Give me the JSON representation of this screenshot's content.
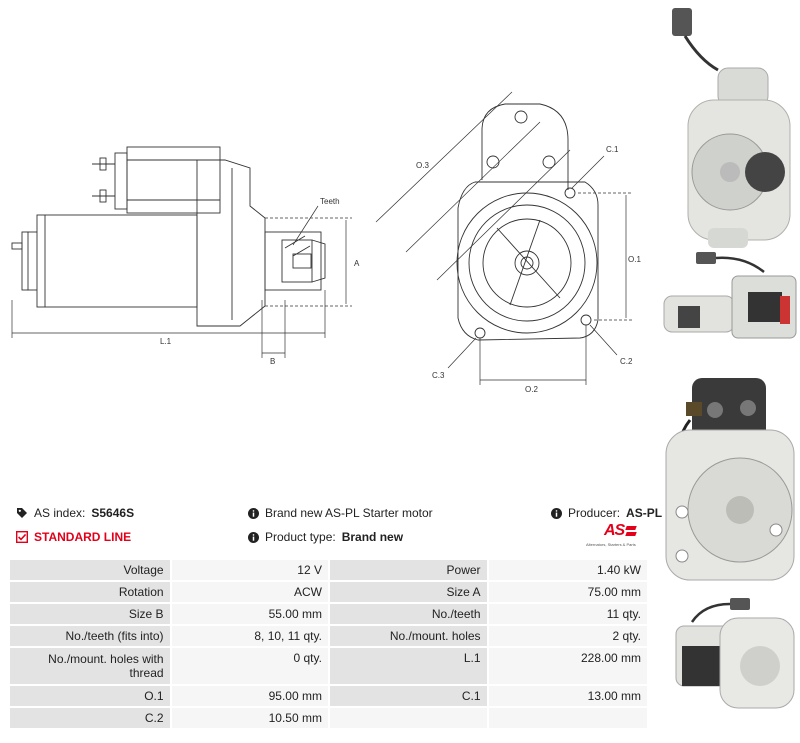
{
  "drawing_labels": {
    "teeth": "Teeth",
    "a": "A",
    "b": "B",
    "l1": "L.1",
    "o3": "O.3",
    "o1": "O.1",
    "o2": "O.2",
    "c1": "C.1",
    "c2": "C.2",
    "c3": "C.3"
  },
  "info": {
    "as_index_label": "AS index:",
    "as_index_value": "S5646S",
    "description": "Brand new AS-PL Starter motor",
    "producer_label": "Producer:",
    "producer_value": "AS-PL",
    "line_label": "STANDARD LINE",
    "product_type_label": "Product type:",
    "product_type_value": "Brand new",
    "logo_text": "AS",
    "logo_tagline": "Alternators, Starters & Parts"
  },
  "colors": {
    "accent_red": "#e2001a",
    "key_cell": "#e3e3e3",
    "value_cell": "#f6f6f6"
  },
  "icons": [
    "tag-icon",
    "info-icon",
    "checkbox-icon"
  ],
  "specs": [
    [
      "Voltage",
      "12 V",
      "Power",
      "1.40 kW"
    ],
    [
      "Rotation",
      "ACW",
      "Size A",
      "75.00 mm"
    ],
    [
      "Size B",
      "55.00 mm",
      "No./teeth",
      "11 qty."
    ],
    [
      "No./teeth (fits into)",
      "8, 10, 11 qty.",
      "No./mount. holes",
      "2 qty."
    ],
    [
      "No./mount. holes with thread",
      "0 qty.",
      "L.1",
      "228.00 mm"
    ],
    [
      "O.1",
      "95.00 mm",
      "C.1",
      "13.00 mm"
    ],
    [
      "C.2",
      "10.50 mm",
      "",
      ""
    ]
  ]
}
